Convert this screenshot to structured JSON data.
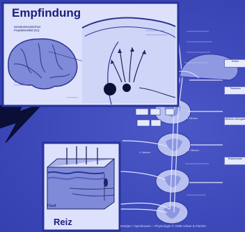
{
  "title": "Empfindung",
  "cortex_label": "somatosensorisches Projektionsfeld (S1)",
  "stimulus_title": "Reiz",
  "skin_label": "Haut",
  "credit": "Deetjen / Speckmann – Physiologie © 1999 Urban & Fischer",
  "side_labels": [
    "Kortex",
    "Thalamus",
    "Medulla oblongata",
    "Rückenmark"
  ],
  "neuron_labels": {
    "third": "3. Neuron",
    "second": "2. Neuron",
    "first": "1. Neuron"
  },
  "colors": {
    "background": "#3b46b8",
    "panel": "#dfe3fb",
    "panel_border": "#2f3aa6",
    "ink": "#1a1f78"
  }
}
